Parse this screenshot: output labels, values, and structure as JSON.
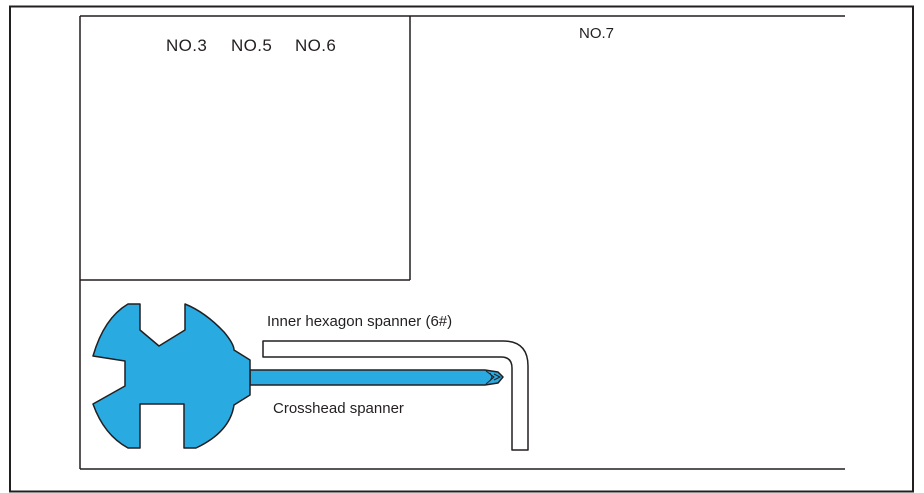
{
  "panels": {
    "left_top": {
      "models": [
        "NO.3",
        "NO.5",
        "NO.6"
      ]
    },
    "right_top": {
      "model": "NO.7"
    }
  },
  "tools": {
    "hex_spanner_label": "Inner hexagon spanner (6#)",
    "crosshead_label": "Crosshead spanner"
  },
  "colors": {
    "tool_fill": "#29abe2",
    "stroke": "#231f20",
    "background": "#ffffff"
  }
}
